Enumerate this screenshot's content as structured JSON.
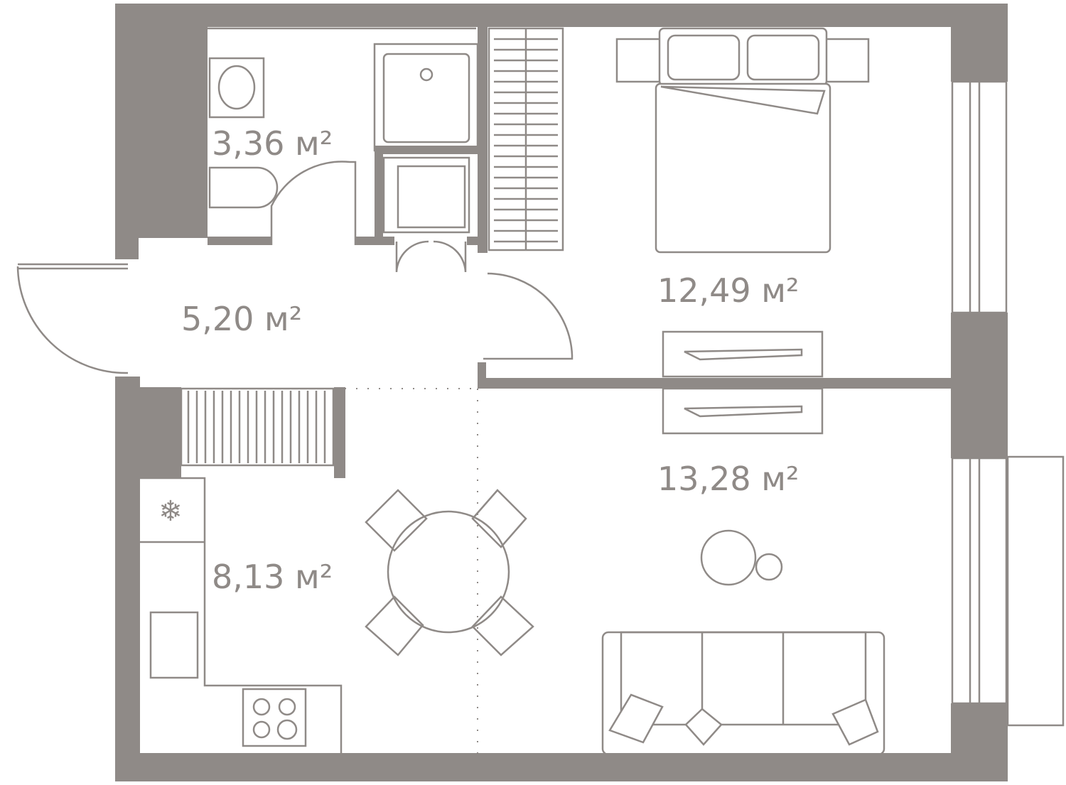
{
  "title": "Apartment floor plan",
  "colors": {
    "wall": "#8f8a87",
    "line": "#8f8a87",
    "text": "#8f8a87"
  },
  "rooms": [
    {
      "name": "bathroom",
      "area": "3,36 м²"
    },
    {
      "name": "hallway",
      "area": "5,20 м²"
    },
    {
      "name": "bedroom",
      "area": "12,49 м²"
    },
    {
      "name": "living-room",
      "area": "13,28 м²"
    },
    {
      "name": "kitchen",
      "area": "8,13 м²"
    }
  ]
}
